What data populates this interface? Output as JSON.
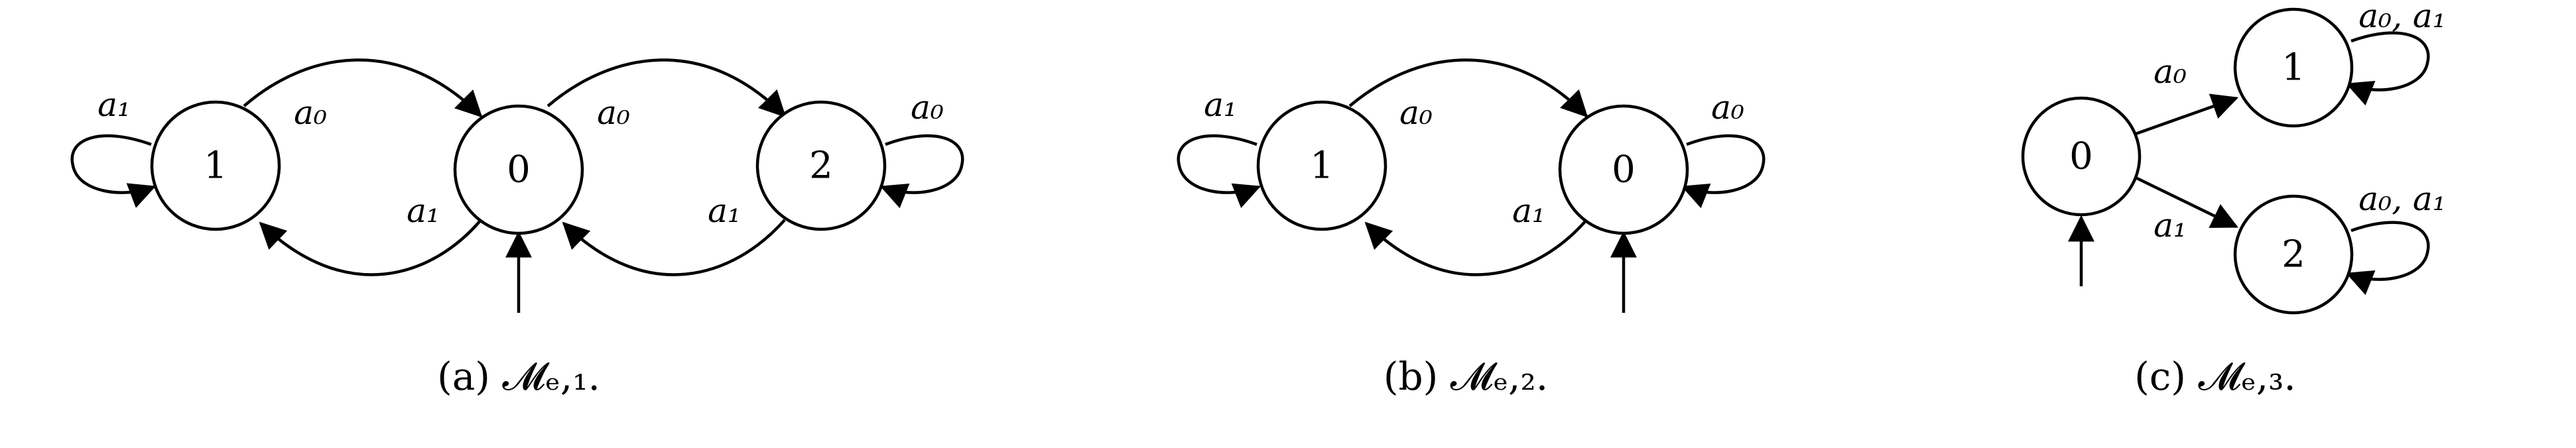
{
  "diagrams": [
    {
      "caption": "(a) 𝓜ₑ,₁.",
      "states": [
        "1",
        "0",
        "2"
      ],
      "initial_state": "0",
      "transitions": [
        {
          "from": "1",
          "to": "1",
          "label": "a₁"
        },
        {
          "from": "1",
          "to": "0",
          "label": "a₀"
        },
        {
          "from": "0",
          "to": "1",
          "label": "a₁"
        },
        {
          "from": "0",
          "to": "2",
          "label": "a₀"
        },
        {
          "from": "2",
          "to": "0",
          "label": "a₁"
        },
        {
          "from": "2",
          "to": "2",
          "label": "a₀"
        }
      ]
    },
    {
      "caption": "(b) 𝓜ₑ,₂.",
      "states": [
        "1",
        "0"
      ],
      "initial_state": "0",
      "transitions": [
        {
          "from": "1",
          "to": "1",
          "label": "a₁"
        },
        {
          "from": "1",
          "to": "0",
          "label": "a₀"
        },
        {
          "from": "0",
          "to": "1",
          "label": "a₁"
        },
        {
          "from": "0",
          "to": "0",
          "label": "a₀"
        }
      ]
    },
    {
      "caption": "(c) 𝓜ₑ,₃.",
      "states": [
        "0",
        "1",
        "2"
      ],
      "initial_state": "0",
      "transitions": [
        {
          "from": "0",
          "to": "1",
          "label": "a₀"
        },
        {
          "from": "0",
          "to": "2",
          "label": "a₁"
        },
        {
          "from": "1",
          "to": "1",
          "label": "a₀, a₁"
        },
        {
          "from": "2",
          "to": "2",
          "label": "a₀, a₁"
        }
      ]
    }
  ]
}
